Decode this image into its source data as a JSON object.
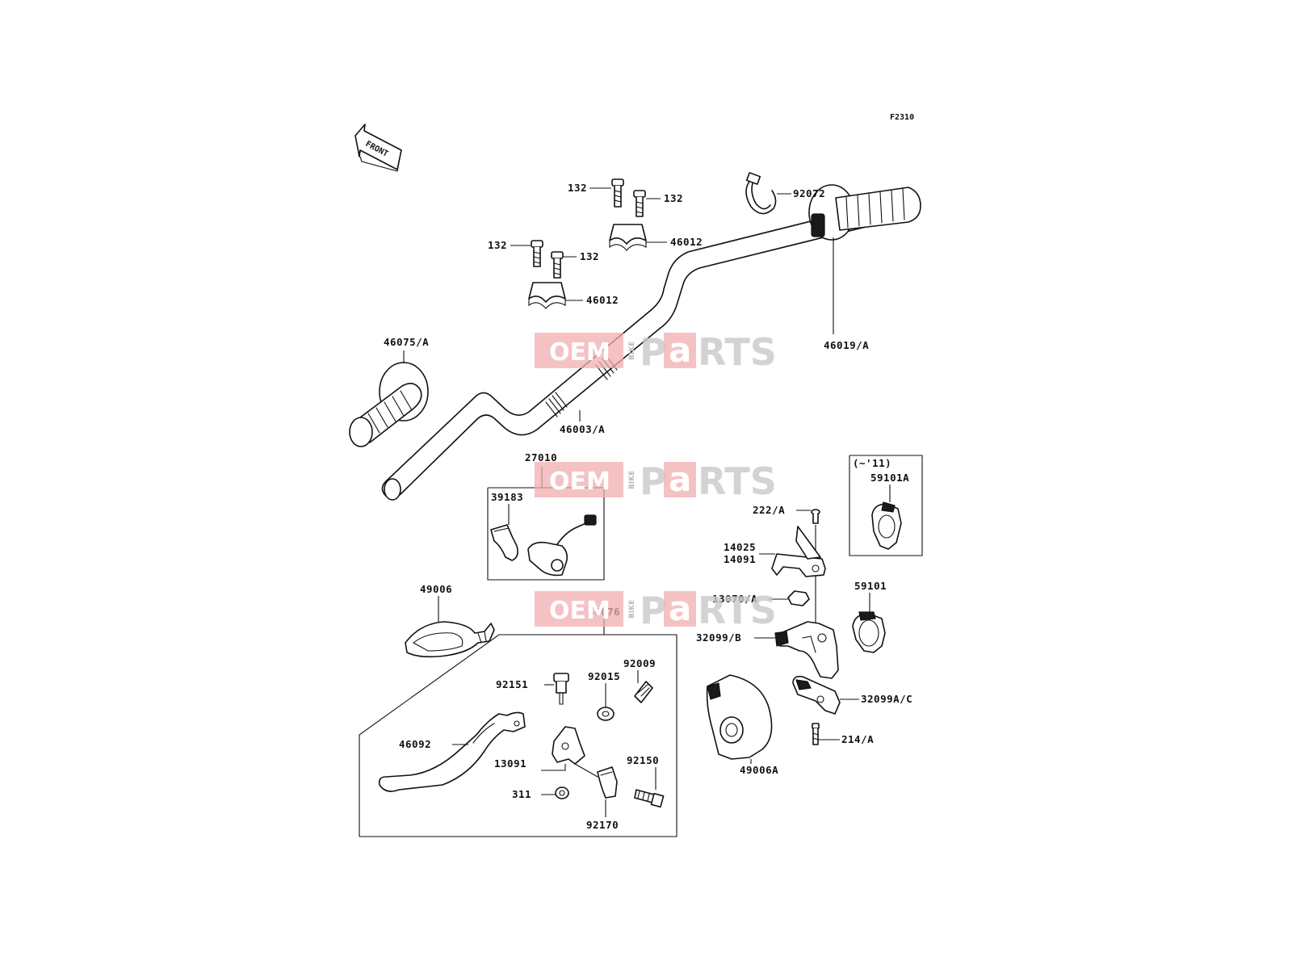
{
  "figure_code": "F2310",
  "front_label": "FRONT",
  "watermark": {
    "oem": "OEM",
    "bike": "BIKE",
    "p": "P",
    "a": "a",
    "rts": "RTS"
  },
  "colors": {
    "line": "#111111",
    "watermark_box": "#f2aeb0",
    "watermark_text": "#c9c9c9"
  },
  "labels": {
    "l132a": "132",
    "l132b": "132",
    "l132c": "132",
    "l132d": "132",
    "l92072": "92072",
    "l46012a": "46012",
    "l46012b": "46012",
    "l46019a": "46019/A",
    "l46075a": "46075/A",
    "l46003a": "46003/A",
    "l27010": "27010",
    "l39183": "39183",
    "l11": "(~'11)",
    "l59101a": "59101A",
    "l222a": "222/A",
    "l14025": "14025",
    "l14091": "14091",
    "l13070a": "13070/A",
    "l59101": "59101",
    "l49006": "49006",
    "l46076": "46076",
    "l32099b": "32099/B",
    "l92009": "92009",
    "l92151": "92151",
    "l92015": "92015",
    "l32099ac": "32099A/C",
    "l46092": "46092",
    "l214a": "214/A",
    "l92150": "92150",
    "l13091": "13091",
    "l49006a": "49006A",
    "l311": "311",
    "l92170": "92170"
  }
}
